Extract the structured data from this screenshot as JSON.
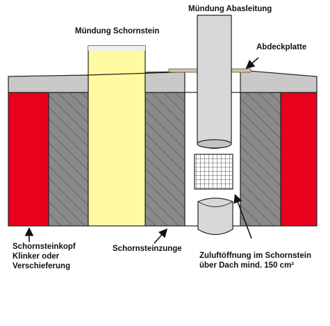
{
  "labels": {
    "muendung_abgas": "Mündung Abasleitung",
    "muendung_schornstein": "Mündung Schornstein",
    "abdeckplatte": "Abdeckplatte",
    "schornsteinkopf": [
      "Schornsteinkopf",
      "Klinker oder",
      "Verschieferung"
    ],
    "schornsteinzunge": "Schornsteinzunge",
    "zuluft": [
      "Zuluftöffnung im Schornstein",
      "über Dach mind. 150 cm²"
    ]
  },
  "colors": {
    "brick_red": "#e8001c",
    "masonry_grey": "#8a8a8a",
    "flue_yellow": "#fffaa0",
    "cap_concrete": "#c8c8c8",
    "pipe_grey": "#d8d8d8",
    "cover_plate": "#d7c4a0"
  },
  "icons": [
    "hatch-pattern",
    "grid-vent",
    "arrow"
  ]
}
